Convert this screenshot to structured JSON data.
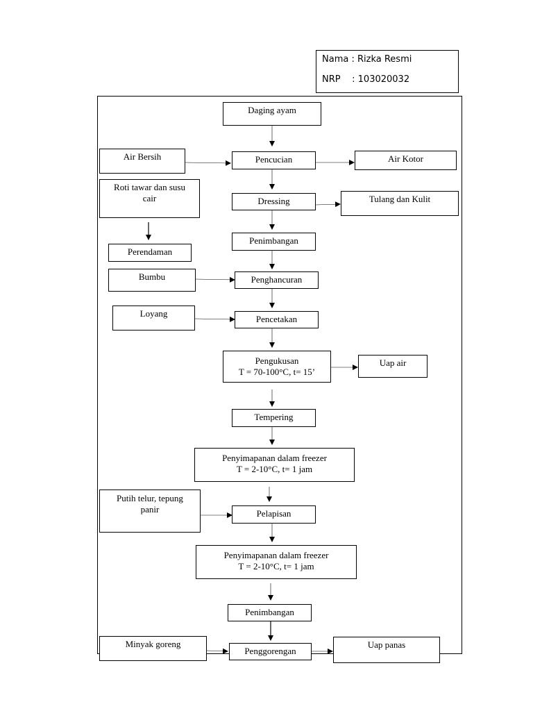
{
  "header": {
    "name_label": "Nama",
    "name_value": ": Rizka Resmi",
    "nrp_label": "NRP",
    "nrp_value": ": 103020032"
  },
  "flow": {
    "main": [
      "Daging ayam",
      "Pencucian",
      "Dressing",
      "Penimbangan",
      "Penghancuran",
      "Pencetakan",
      "Pengukusan",
      "T = 70-100°C, t= 15’",
      "Tempering",
      "Penyimapanan dalam freezer",
      "T = 2-10°C, t= 1 jam",
      "Pelapisan",
      "Penyimapanan dalam freezer",
      "T = 2-10°C, t= 1 jam",
      "Penimbangan",
      "Penggorengan"
    ],
    "inputs": [
      "Air Bersih",
      "Roti tawar dan susu cair",
      "Perendaman",
      "Bumbu",
      "Loyang",
      "Putih telur, tepung panir",
      "Minyak goreng"
    ],
    "outputs": [
      "Air Kotor",
      "Tulang dan Kulit",
      "Uap air",
      "Uap panas"
    ]
  }
}
